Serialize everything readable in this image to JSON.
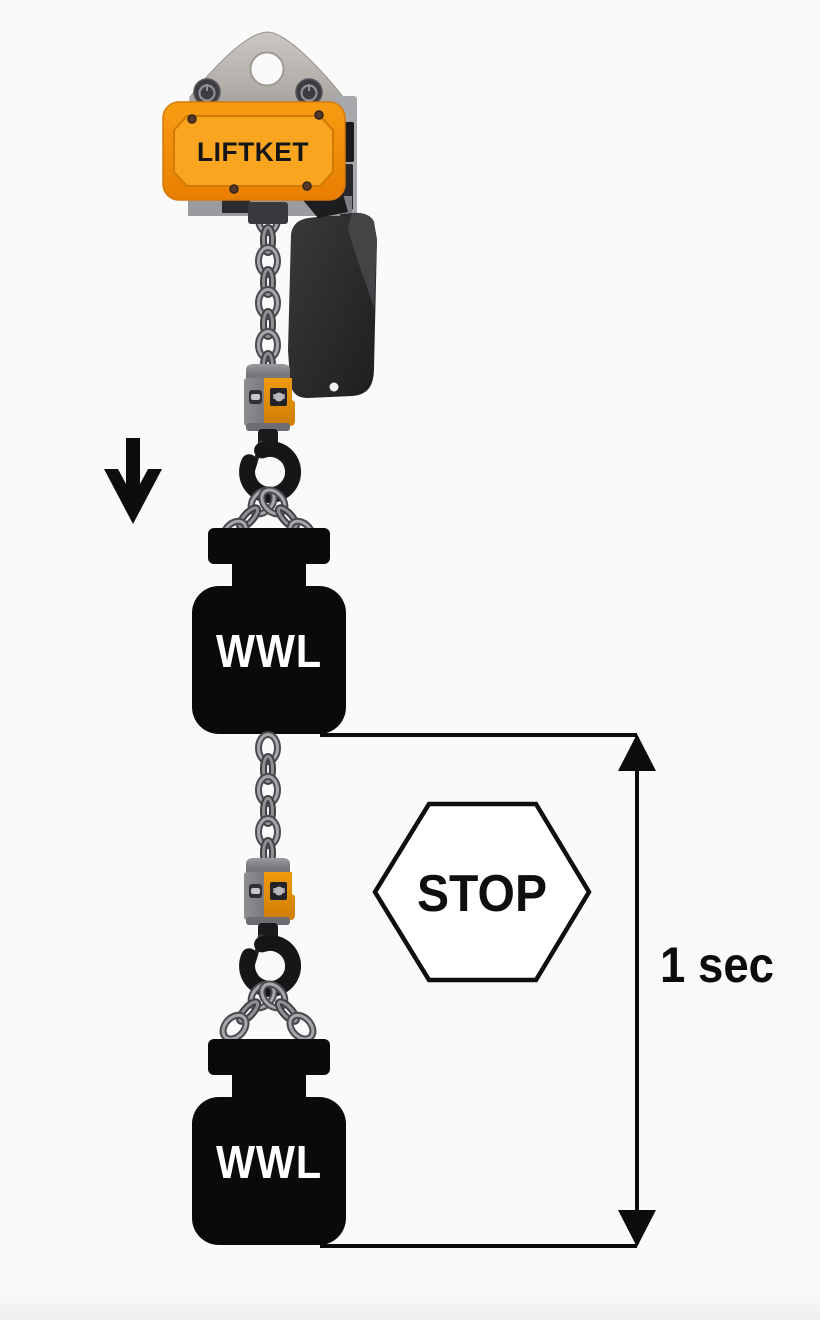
{
  "diagram": {
    "background_color": "#fafafa",
    "hoist": {
      "brand": "LIFTKET",
      "body_color": "#f08c07",
      "panel_color": "#f9a51f",
      "bracket_color": "#b9b5b1",
      "chain_bag_color": "#2a2a2c",
      "chain_color": "#9c9ca1"
    },
    "hook_fitting": {
      "gray_color": "#7e7e82",
      "orange_color": "#e78f08",
      "hook_color": "#161618"
    },
    "down_arrow": {
      "icon": "down-arrow-icon",
      "color": "#0d0d0d"
    },
    "loads": {
      "upper_label": "WWL",
      "lower_label": "WWL",
      "fill_color": "#0a0a0a",
      "label_color": "#ffffff"
    },
    "stop_sign": {
      "label": "STOP",
      "shape": "hexagon",
      "outline_color": "#0f0f0f",
      "fill_color": "#ffffff"
    },
    "dimension": {
      "duration_label": "1 sec",
      "line_color": "#0c0c0c"
    }
  }
}
